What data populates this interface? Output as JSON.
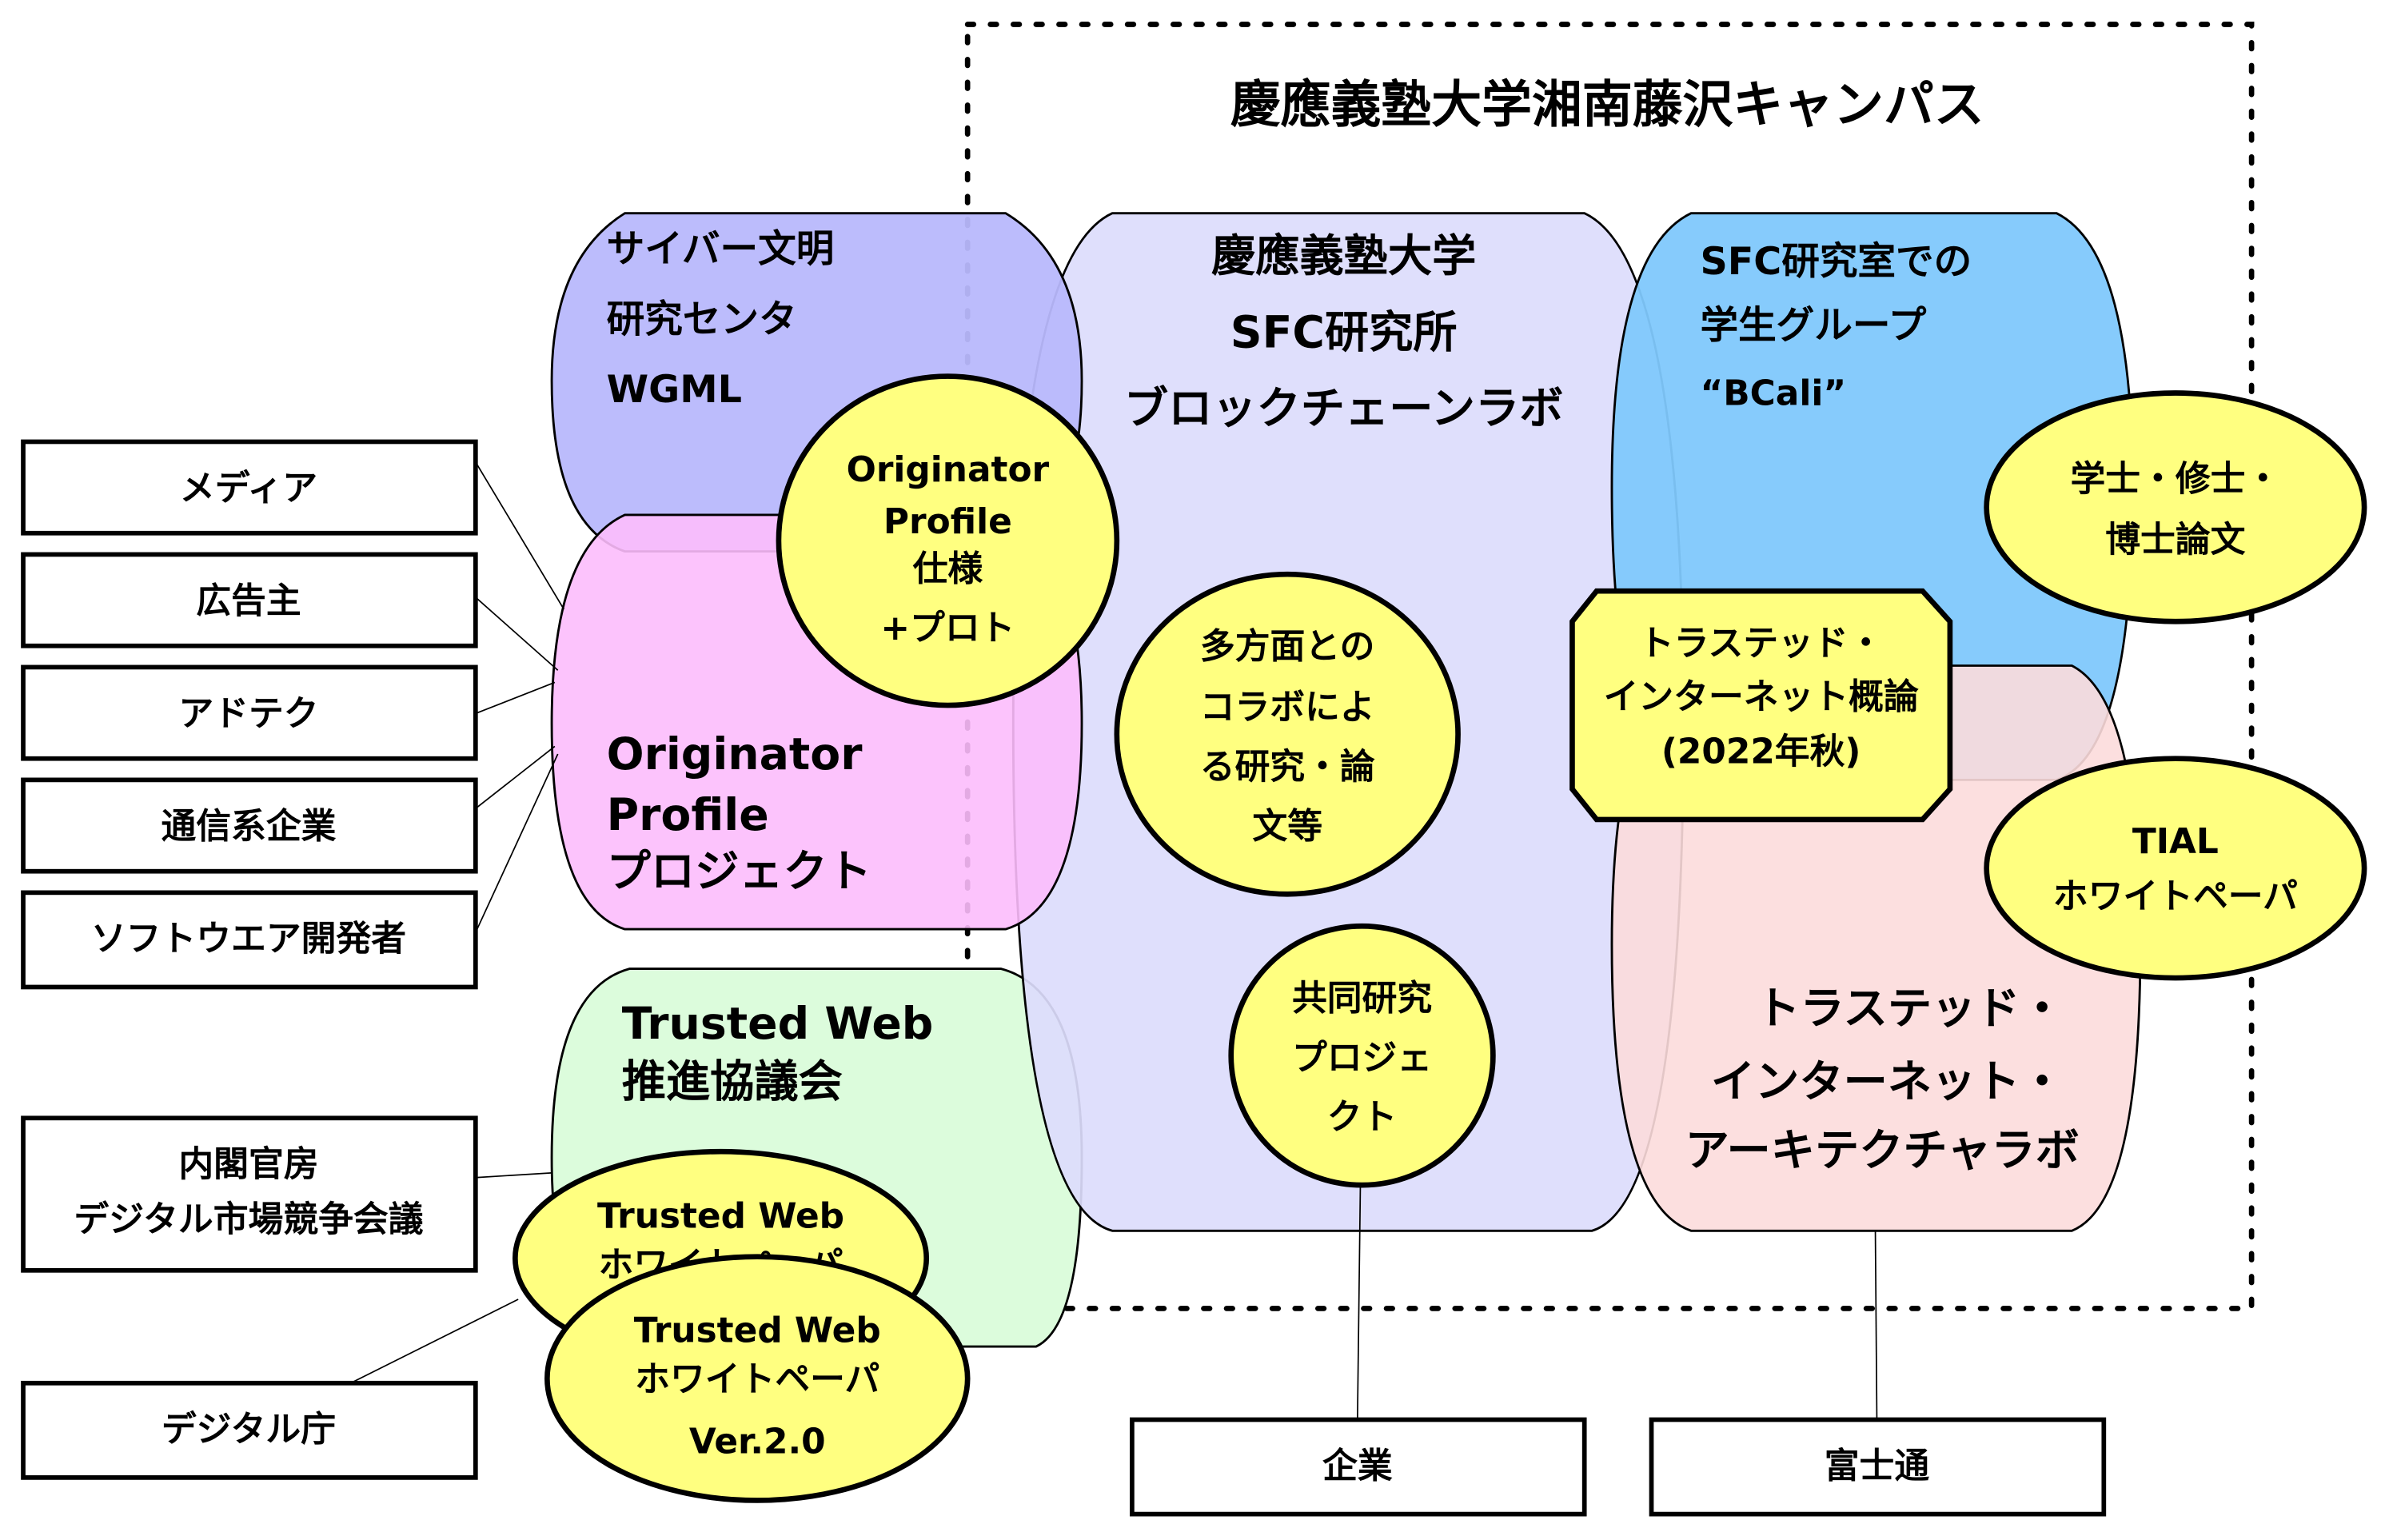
{
  "campus_title": "慶應義塾大学湘南藤沢キャンパス",
  "colors": {
    "cyber": "#b8b8fc",
    "op_project": "#fcbcfc",
    "trusted_web_council": "#dcfcdc",
    "blockchain_lab": "#dcdcfc",
    "student_group": "#7fc8fc",
    "tial_lab": "#fcdcdc",
    "highlight": "#ffff80"
  },
  "groups": {
    "cyber": [
      "サイバー文明",
      "研究センタ",
      "WGML"
    ],
    "op_project": [
      "Originator",
      "Profile",
      "プロジェクト"
    ],
    "trusted_web_council": [
      "Trusted Web",
      "推進協議会"
    ],
    "blockchain_lab": [
      "慶應義塾大学",
      "SFC研究所",
      "ブロックチェーンラボ"
    ],
    "student_group": [
      "SFC研究室での",
      "学生グループ",
      "“BCali”"
    ],
    "tial_lab": [
      "トラステッド・",
      "インターネット・",
      "アーキテクチャラボ"
    ]
  },
  "outputs": {
    "op_spec": [
      "Originator",
      "Profile",
      "仕様",
      "+プロト"
    ],
    "collab": [
      "多方面との",
      "コラボによ",
      "る研究・論",
      "文等"
    ],
    "joint": [
      "共同研究",
      "プロジェ",
      "クト"
    ],
    "thesis": [
      "学士・修士・",
      "博士論文"
    ],
    "course": [
      "トラステッド・",
      "インターネット概論",
      "(2022年秋)"
    ],
    "tial_wp": [
      "TIAL",
      "ホワイトペーパ"
    ],
    "tw_wp1": [
      "Trusted Web",
      "ホワイトペーパ"
    ],
    "tw_wp2": [
      "Trusted Web",
      "ホワイトペーパ",
      "Ver.2.0"
    ]
  },
  "stakeholders": {
    "media": "メディア",
    "advertiser": "広告主",
    "adtech": "アドテク",
    "telecom": "通信系企業",
    "software_dev": "ソフトウエア開発者",
    "cabinet": [
      "内閣官房",
      "デジタル市場競争会議"
    ],
    "digital_agency": "デジタル庁",
    "companies": "企業",
    "fujitsu": "富士通"
  }
}
